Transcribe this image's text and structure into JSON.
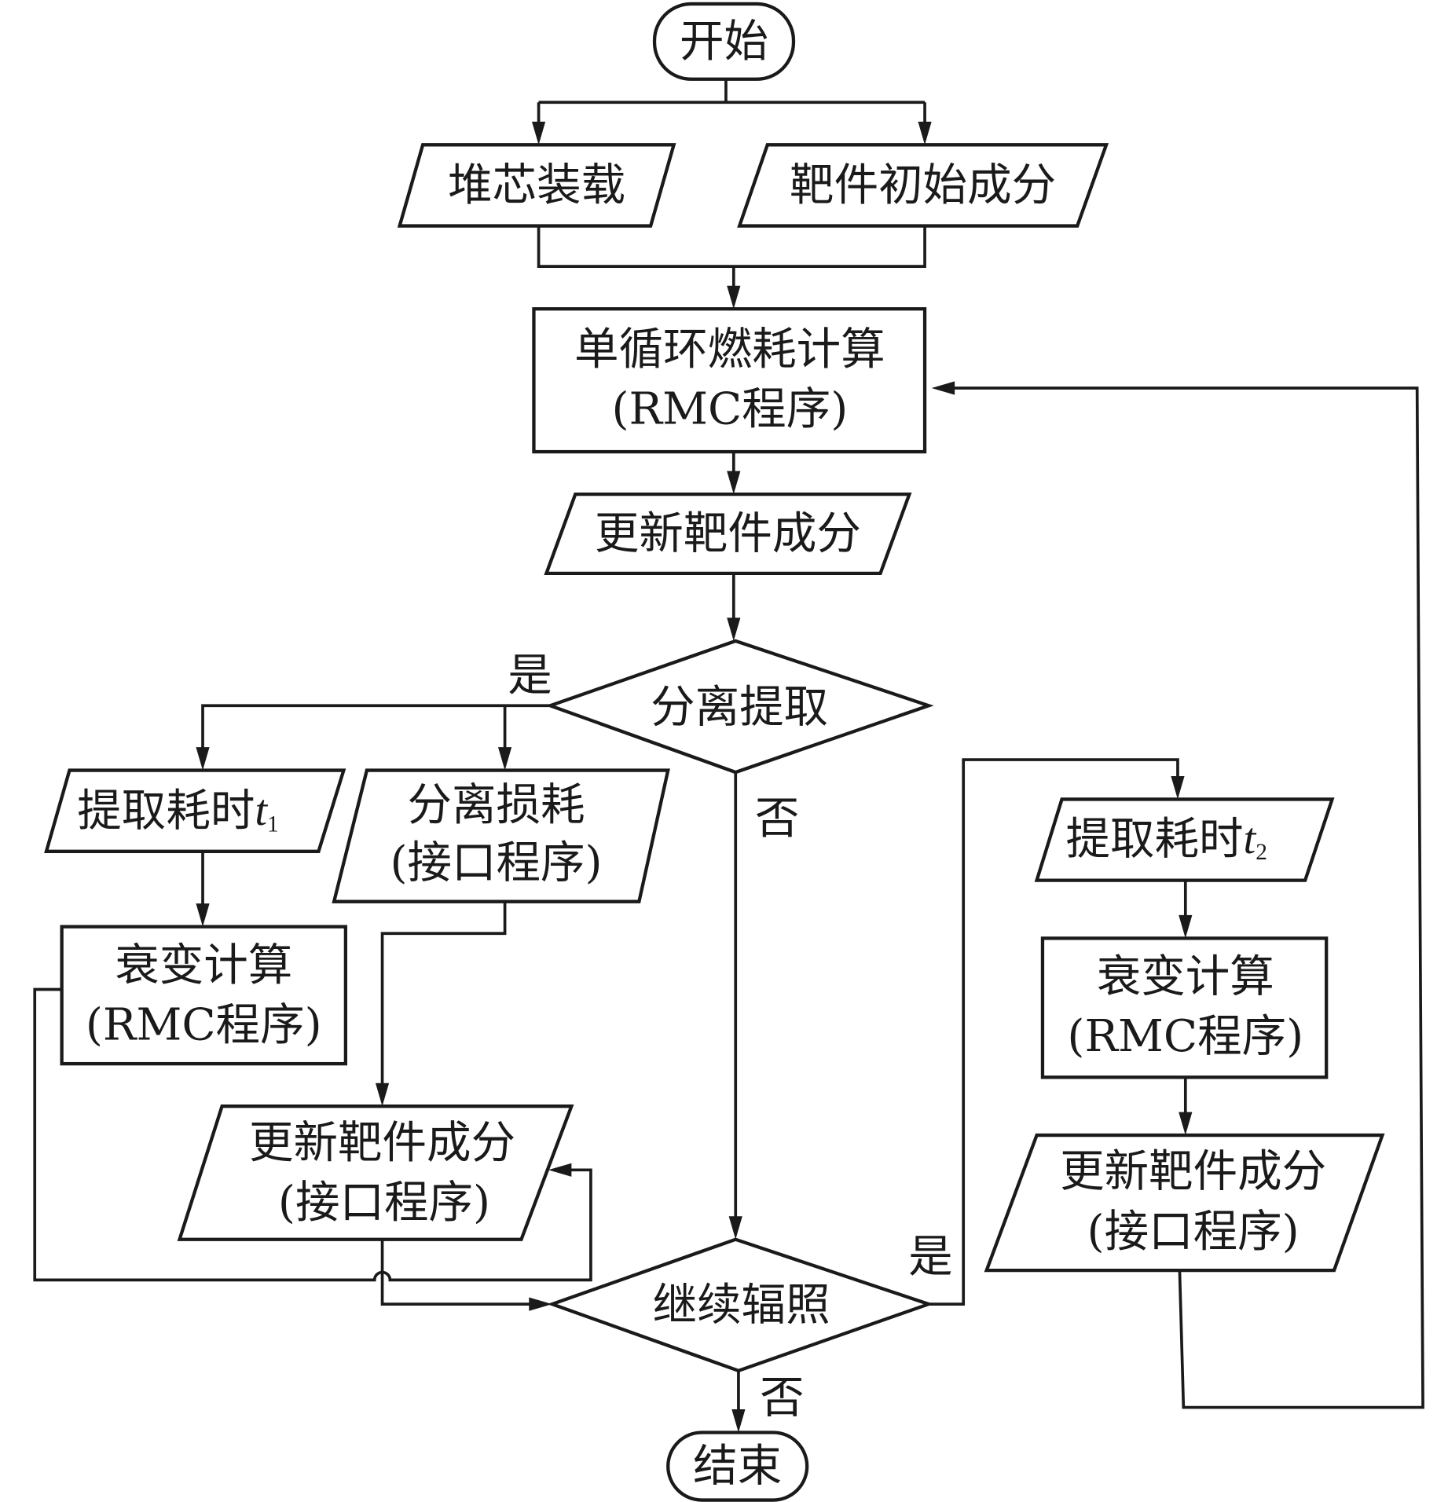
{
  "diagram": {
    "type": "flowchart",
    "nodes": {
      "start": {
        "label": "开始",
        "shape": "terminal"
      },
      "core_loading": {
        "label": "堆芯装载",
        "shape": "io"
      },
      "target_initial": {
        "label": "靶件初始成分",
        "shape": "io"
      },
      "burnup_calc": {
        "line1": "单循环燃耗计算",
        "line2": "(RMC程序)",
        "shape": "process"
      },
      "update_target_1": {
        "label": "更新靶件成分",
        "shape": "io"
      },
      "separation_decision": {
        "label": "分离提取",
        "shape": "decision"
      },
      "extract_time_t1": {
        "label": "提取耗时",
        "var": "t",
        "sub": "1",
        "shape": "io"
      },
      "separation_loss": {
        "line1": "分离损耗",
        "line2": "(接口程序)",
        "shape": "io"
      },
      "decay_calc_1": {
        "line1": "衰变计算",
        "line2": "(RMC程序)",
        "shape": "process"
      },
      "update_target_2": {
        "line1": "更新靶件成分",
        "line2": "(接口程序)",
        "shape": "io"
      },
      "continue_decision": {
        "label": "继续辐照",
        "shape": "decision"
      },
      "extract_time_t2": {
        "label": "提取耗时",
        "var": "t",
        "sub": "2",
        "shape": "io"
      },
      "decay_calc_2": {
        "line1": "衰变计算",
        "line2": "(RMC程序)",
        "shape": "process"
      },
      "update_target_3": {
        "line1": "更新靶件成分",
        "line2": "(接口程序)",
        "shape": "io"
      },
      "end": {
        "label": "结束",
        "shape": "terminal"
      }
    },
    "edge_labels": {
      "sep_yes": "是",
      "sep_no": "否",
      "cont_yes": "是",
      "cont_no": "否"
    },
    "edges": [
      {
        "from": "start",
        "to": "core_loading"
      },
      {
        "from": "start",
        "to": "target_initial"
      },
      {
        "from": "core_loading",
        "to": "burnup_calc"
      },
      {
        "from": "target_initial",
        "to": "burnup_calc"
      },
      {
        "from": "burnup_calc",
        "to": "update_target_1"
      },
      {
        "from": "update_target_1",
        "to": "separation_decision"
      },
      {
        "from": "separation_decision",
        "to": "extract_time_t1",
        "label": "是"
      },
      {
        "from": "separation_decision",
        "to": "separation_loss",
        "label": "是"
      },
      {
        "from": "separation_decision",
        "to": "continue_decision",
        "label": "否"
      },
      {
        "from": "extract_time_t1",
        "to": "decay_calc_1"
      },
      {
        "from": "decay_calc_1",
        "to": "update_target_2"
      },
      {
        "from": "separation_loss",
        "to": "update_target_2"
      },
      {
        "from": "update_target_2",
        "to": "continue_decision"
      },
      {
        "from": "continue_decision",
        "to": "extract_time_t2",
        "label": "是"
      },
      {
        "from": "continue_decision",
        "to": "end",
        "label": "否"
      },
      {
        "from": "extract_time_t2",
        "to": "decay_calc_2"
      },
      {
        "from": "decay_calc_2",
        "to": "update_target_3"
      },
      {
        "from": "update_target_3",
        "to": "burnup_calc"
      }
    ]
  }
}
